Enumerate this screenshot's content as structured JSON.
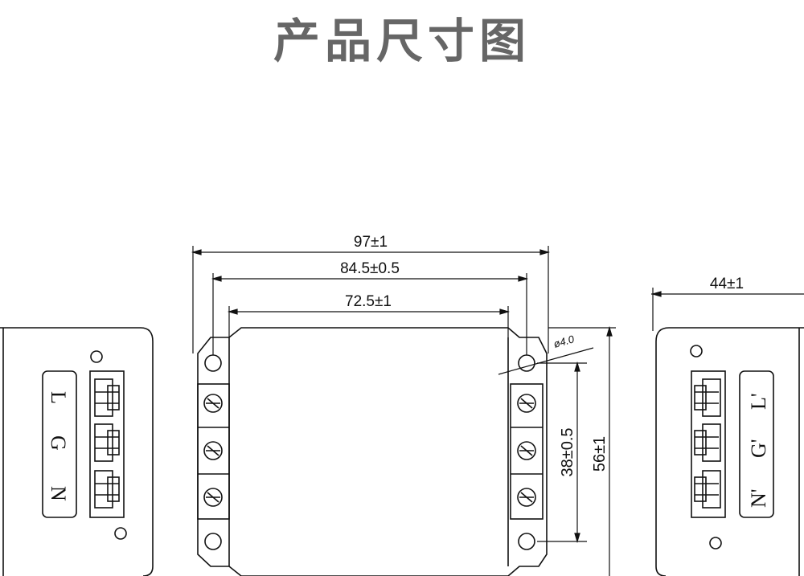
{
  "title": "产品尺寸图",
  "dimensions": {
    "overall_length": "97±1",
    "mount_hole_spacing": "84.5±0.5",
    "body_length": "72.5±1",
    "hole_diameter": "ø4.0",
    "terminal_span": "38±0.5",
    "width": "56±1",
    "height": "44±1"
  },
  "left_view_terminals": [
    "L",
    "G",
    "N"
  ],
  "right_view_terminals": [
    "L'",
    "G'",
    "N'"
  ]
}
